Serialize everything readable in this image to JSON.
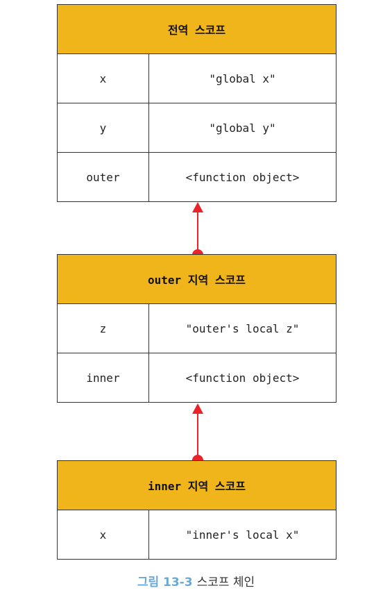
{
  "colors": {
    "header_bg": "#f1b51c",
    "chain": "#e8232a",
    "caption_label": "#6aa8d8"
  },
  "scopes": [
    {
      "title": "전역 스코프",
      "rows": [
        {
          "key": "x",
          "value": "\"global x\""
        },
        {
          "key": "y",
          "value": "\"global y\""
        },
        {
          "key": "outer",
          "value": "<function object>"
        }
      ]
    },
    {
      "title": "outer 지역 스코프",
      "rows": [
        {
          "key": "z",
          "value": "\"outer's local z\""
        },
        {
          "key": "inner",
          "value": "<function object>"
        }
      ]
    },
    {
      "title": "inner 지역 스코프",
      "rows": [
        {
          "key": "x",
          "value": "\"inner's local x\""
        }
      ]
    }
  ],
  "caption": {
    "label": "그림 13-3",
    "text": "스코프 체인"
  }
}
